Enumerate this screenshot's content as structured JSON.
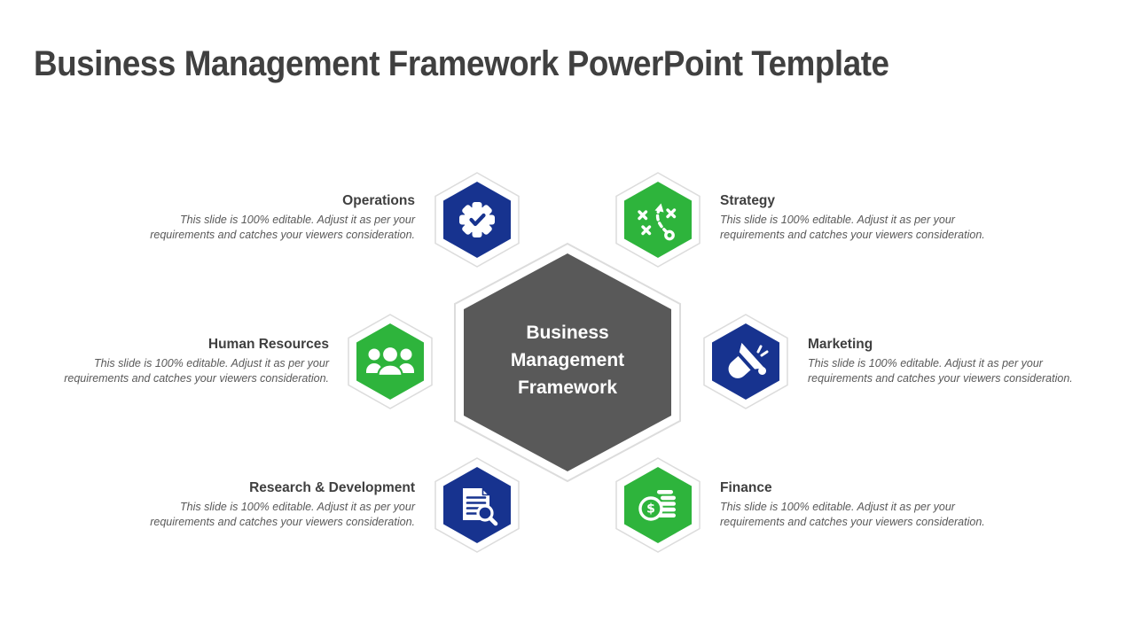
{
  "title": "Business Management Framework PowerPoint Template",
  "center": {
    "label": "Business\nManagement\nFramework",
    "color": "#595959"
  },
  "items": [
    {
      "label": "Operations",
      "description": "This slide is 100% editable. Adjust it as per your requirements and catches your viewers consideration.",
      "icon": "gear-check-icon",
      "color": "#17338F",
      "position": "top-left"
    },
    {
      "label": "Strategy",
      "description": "This slide is 100% editable. Adjust it as per your requirements and catches your viewers consideration.",
      "icon": "strategy-route-icon",
      "color": "#2EB43C",
      "position": "top-right"
    },
    {
      "label": "Human Resources",
      "description": "This slide is 100% editable. Adjust it as per your requirements and catches your viewers consideration.",
      "icon": "team-icon",
      "color": "#2EB43C",
      "position": "middle-left"
    },
    {
      "label": "Marketing",
      "description": "This slide is 100% editable. Adjust it as per your requirements and catches your viewers consideration.",
      "icon": "megaphone-icon",
      "color": "#17338F",
      "position": "middle-right"
    },
    {
      "label": "Research & Development",
      "description": "This slide is 100% editable. Adjust it as per your requirements and catches your viewers consideration.",
      "icon": "document-search-icon",
      "color": "#17338F",
      "position": "bottom-left"
    },
    {
      "label": "Finance",
      "description": "This slide is 100% editable. Adjust it as per your requirements and catches your viewers consideration.",
      "icon": "coins-icon",
      "color": "#2EB43C",
      "position": "bottom-right"
    }
  ],
  "colors": {
    "blue": "#17338F",
    "green": "#2EB43C",
    "center_gray": "#595959",
    "hex_outline": "#dcdcdc",
    "heading_text": "#3f3f3f",
    "body_text": "#595959",
    "title_text": "#404040"
  }
}
